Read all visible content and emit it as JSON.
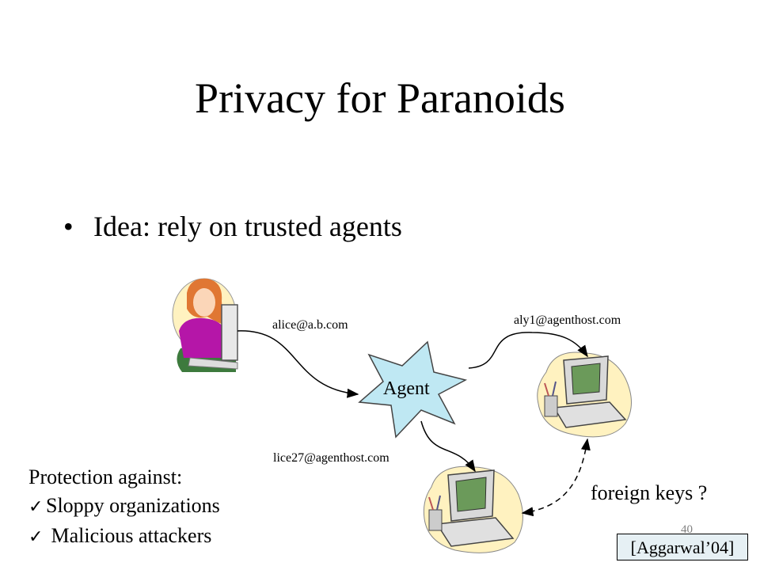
{
  "slide": {
    "title": "Privacy for Paranoids",
    "bullet": "Idea: rely on trusted agents",
    "page_number": "40",
    "citation": "[Aggarwal’04]"
  },
  "diagram": {
    "user_email": "alice@a.b.com",
    "agent_label": "Agent",
    "alias_top": "aly1@agenthost.com",
    "alias_bottom": "lice27@agenthost.com",
    "link_label": "foreign keys ?"
  },
  "protection": {
    "heading": "Protection against:",
    "items": [
      "Sloppy organizations",
      " Malicious attackers"
    ],
    "check_icon": "✓"
  },
  "colors": {
    "agent_fill": "#bfe8f3",
    "shirt": "#b516a8",
    "hair": "#e07733",
    "blob": "#fff2c0",
    "screen": "#6b9a5a"
  }
}
